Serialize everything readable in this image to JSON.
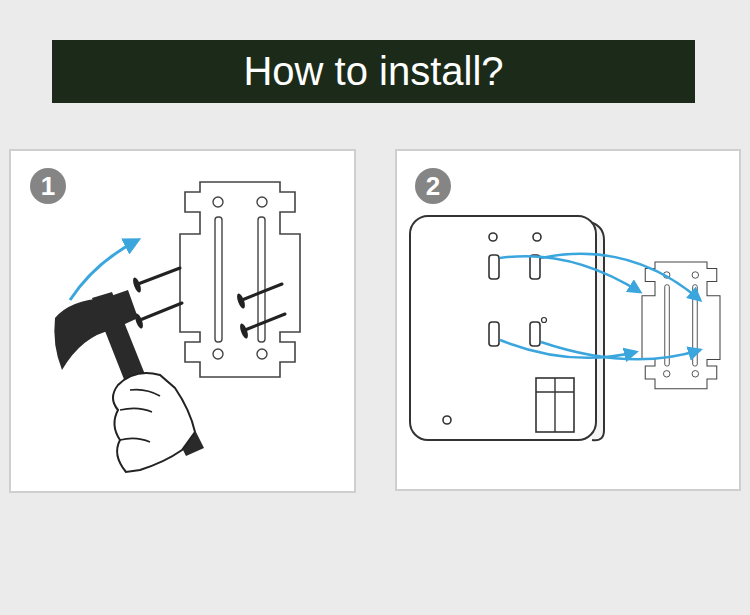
{
  "diagram": {
    "title": "How to install?",
    "nodes": [
      {
        "text": [
          "1"
        ]
      },
      {
        "text": [
          "2"
        ]
      }
    ]
  }
}
